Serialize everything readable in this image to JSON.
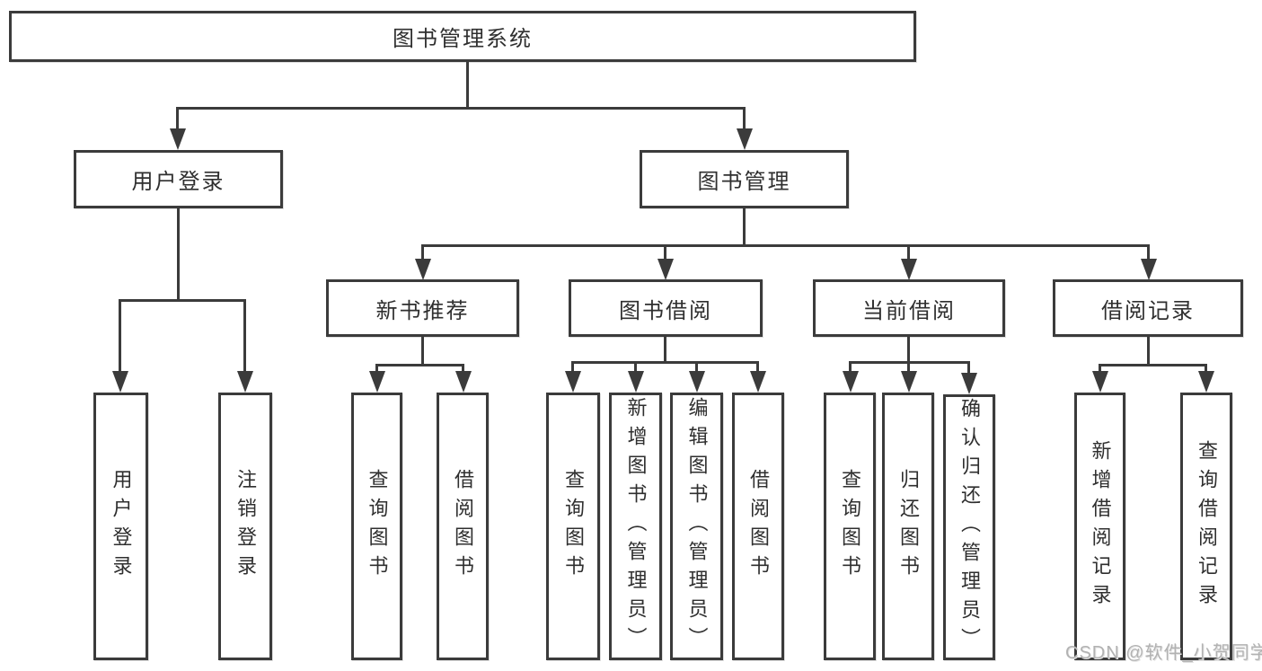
{
  "title": "图书管理系统",
  "colors": {
    "line": "#3b3b3b",
    "box_border": "#3b3b3b",
    "text": "#2f2f2f",
    "background": "#ffffff",
    "watermark": "#b2b2b2"
  },
  "watermark": {
    "text": "CSDN @软件_小贺同学"
  },
  "tree": {
    "label": "图书管理系统",
    "children": [
      {
        "label": "用户登录",
        "children": [
          {
            "label": "用户登录"
          },
          {
            "label": "注销登录"
          }
        ]
      },
      {
        "label": "图书管理",
        "children": [
          {
            "label": "新书推荐",
            "children": [
              {
                "label": "查询图书"
              },
              {
                "label": "借阅图书"
              }
            ]
          },
          {
            "label": "图书借阅",
            "children": [
              {
                "label": "查询图书"
              },
              {
                "label": "新增图书（管理员）"
              },
              {
                "label": "编辑图书（管理员）"
              },
              {
                "label": "借阅图书"
              }
            ]
          },
          {
            "label": "当前借阅",
            "children": [
              {
                "label": "查询图书"
              },
              {
                "label": "归还图书"
              },
              {
                "label": "确认归还（管理员）"
              }
            ]
          },
          {
            "label": "借阅记录",
            "children": [
              {
                "label": "新增借阅记录"
              },
              {
                "label": "查询借阅记录"
              }
            ]
          }
        ]
      }
    ]
  }
}
